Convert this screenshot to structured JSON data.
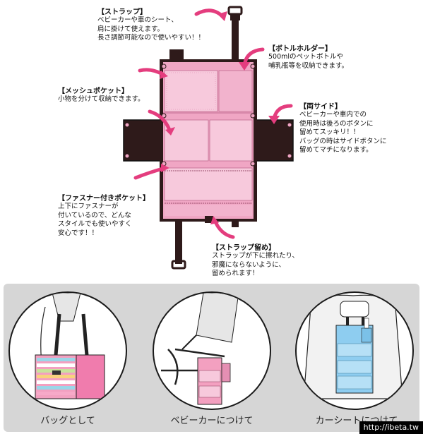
{
  "labels": {
    "strap": {
      "title": "【ストラップ】",
      "lines": [
        "ベビーカーや車のシート、",
        "肩に掛けて使えます。",
        "長さ調節可能なので使いやすい！！"
      ]
    },
    "bottle_holder": {
      "title": "【ボトルホルダー】",
      "lines": [
        "500mlのペットボトルや",
        "哺乳瓶等を収納できます。"
      ]
    },
    "mesh_pocket": {
      "title": "【メッシュポケット】",
      "lines": [
        "小物を分けて収納できます。"
      ]
    },
    "both_sides": {
      "title": "【両サイド】",
      "lines": [
        "ベビーカーや車内での",
        "使用時は後ろのボタンに",
        "留めてスッキリ！！",
        "バッグの時はサイドボタンに",
        "留めてマチになります。"
      ]
    },
    "zipper_pocket": {
      "title": "【ファスナー付きポケット】",
      "lines": [
        "上下にファスナーが",
        "付いているので、どんな",
        "スタイルでも使いやすく",
        "安心です！！"
      ]
    },
    "strap_stopper": {
      "title": "【ストラップ留め】",
      "lines": [
        "ストラップが下に擦れたり、",
        "邪魔にならないように、",
        "留められます！"
      ]
    }
  },
  "captions": {
    "bag": "バッグとして",
    "stroller": "ベビーカーにつけて",
    "car_seat": "カーシートにつけて"
  },
  "watermark": "http://ibeta.tw",
  "colors": {
    "pink": "#f0a6c4",
    "pink_light": "#f7c9dc",
    "frame": "#2e1a1a",
    "arrow": "#e43d7e",
    "blue": "#8ecdf0",
    "panel": "#d6d6d6"
  }
}
